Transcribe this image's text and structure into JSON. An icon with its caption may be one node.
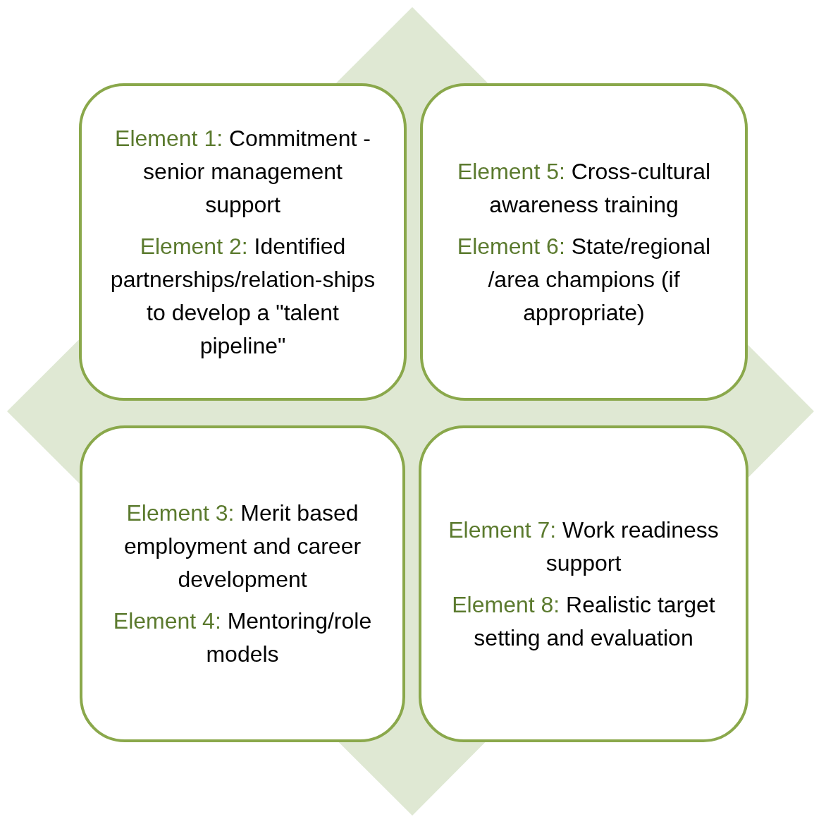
{
  "diagram": {
    "nodes": [
      {
        "text": [
          "Element 1:",
          "Commitment - senior management support",
          "Element 2:",
          "Identified partnerships/relation-ships to develop a \"talent pipeline\""
        ]
      },
      {
        "text": [
          "Element 5:",
          "Cross-cultural awareness training",
          "Element 6:",
          "State/regional /area champions (if appropriate)"
        ]
      },
      {
        "text": [
          "Element 3:",
          "Merit based employment and career development",
          "Element 4:",
          "Mentoring/role models"
        ]
      },
      {
        "text": [
          "Element 7:",
          "Work readiness support",
          "Element 8:",
          "Realistic target setting and evaluation"
        ]
      }
    ]
  }
}
